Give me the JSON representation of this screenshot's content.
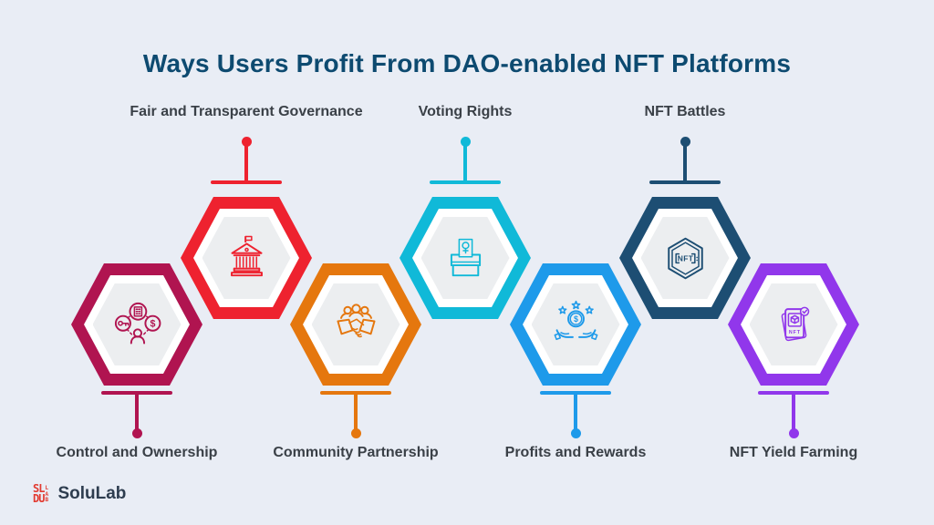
{
  "title": "Ways Users Profit From DAO-enabled NFT Platforms",
  "colors": {
    "background": "#e9edf5",
    "title": "#0d4a70",
    "label": "#3a4047",
    "hex_inner_gray": "#eceef0"
  },
  "items": [
    {
      "label": "Control and Ownership",
      "color": "#b01450",
      "icon": "ownership",
      "position": "bottom"
    },
    {
      "label": "Fair and Transparent Governance",
      "color": "#ee222f",
      "icon": "governance",
      "position": "top"
    },
    {
      "label": "Community Partnership",
      "color": "#e5770e",
      "icon": "partnership",
      "position": "bottom"
    },
    {
      "label": "Voting Rights",
      "color": "#10b9d8",
      "icon": "voting",
      "position": "top"
    },
    {
      "label": "Profits and Rewards",
      "color": "#1e9aea",
      "icon": "rewards",
      "position": "bottom"
    },
    {
      "label": "NFT Battles",
      "color": "#1d4e73",
      "icon": "nft-battles",
      "position": "top"
    },
    {
      "label": "NFT Yield Farming",
      "color": "#9137eb",
      "icon": "nft-yield",
      "position": "bottom"
    }
  ],
  "icon_texts": {
    "dollar": "$",
    "nft": "NFT"
  },
  "logo": {
    "name": "SoluLab",
    "mark_row1": "SL",
    "mark_row2": "DU",
    "mark_side": "LAB",
    "mark_color": "#e23b31",
    "text_color": "#2e3d4f"
  }
}
